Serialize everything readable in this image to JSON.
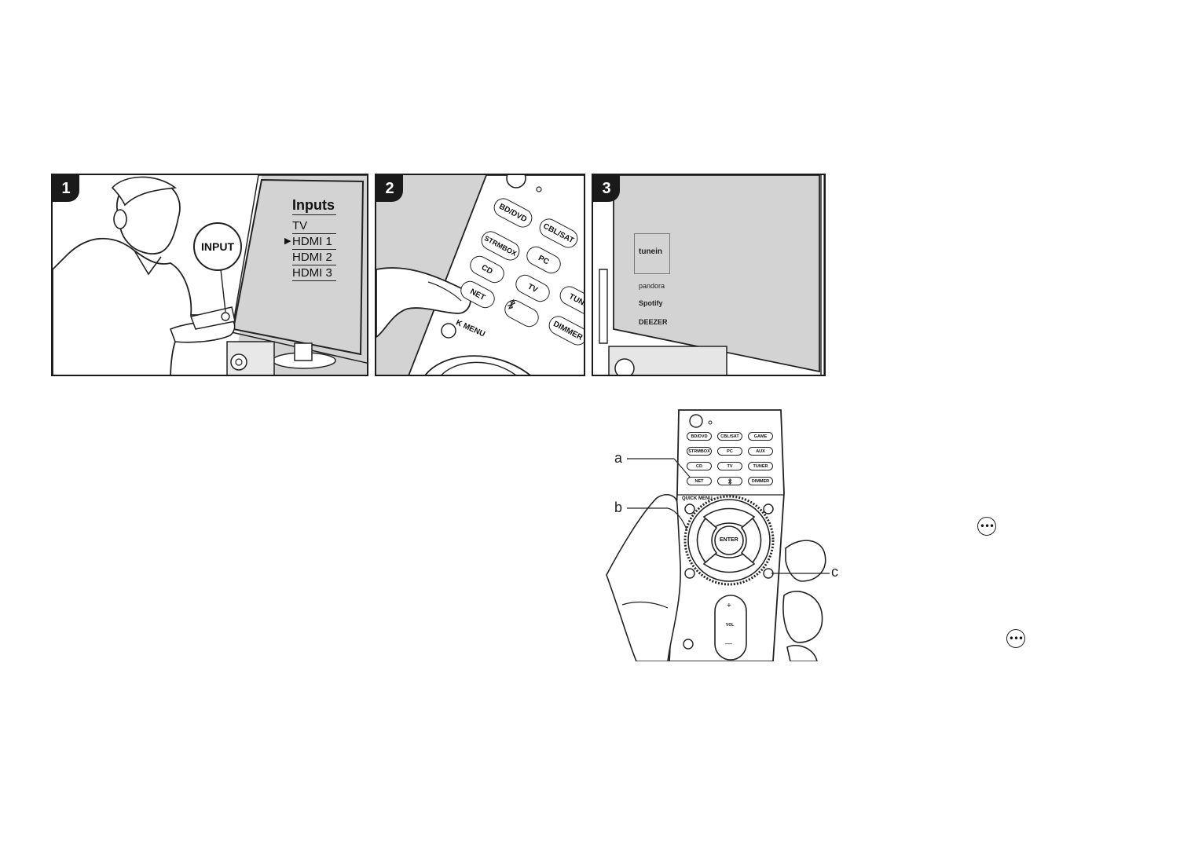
{
  "steps": [
    {
      "number": "1"
    },
    {
      "number": "2"
    },
    {
      "number": "3"
    }
  ],
  "panel1": {
    "button_label": "INPUT",
    "tv_menu": {
      "title": "Inputs",
      "items": [
        "TV",
        "HDMI 1",
        "HDMI 2",
        "HDMI 3"
      ],
      "selected_marker": "▶"
    }
  },
  "panel2": {
    "remote_buttons": [
      "BD/DVD",
      "CBL/SAT",
      "STRMBOX",
      "PC",
      "CD",
      "TV",
      "NET",
      "TUNE",
      "DIMMER"
    ],
    "menu_label": "K MENU"
  },
  "panel3": {
    "services": [
      "tunein",
      "pandora",
      "Spotify",
      "DEEZER"
    ]
  },
  "remote": {
    "source_buttons": [
      [
        "BD/DVD",
        "CBL/SAT",
        "GAME"
      ],
      [
        "STRMBOX",
        "PC",
        "AUX"
      ],
      [
        "CD",
        "TV",
        "TUNER"
      ],
      [
        "NET",
        "",
        "DIMMER"
      ]
    ],
    "quick_menu_label": "QUICK MENU",
    "enter_label": "ENTER",
    "vol_label": "VOL",
    "vol_plus": "+",
    "vol_minus": "—"
  },
  "callouts": {
    "a": "a",
    "b": "b",
    "c": "c"
  },
  "menu_icon_glyph": "•••"
}
